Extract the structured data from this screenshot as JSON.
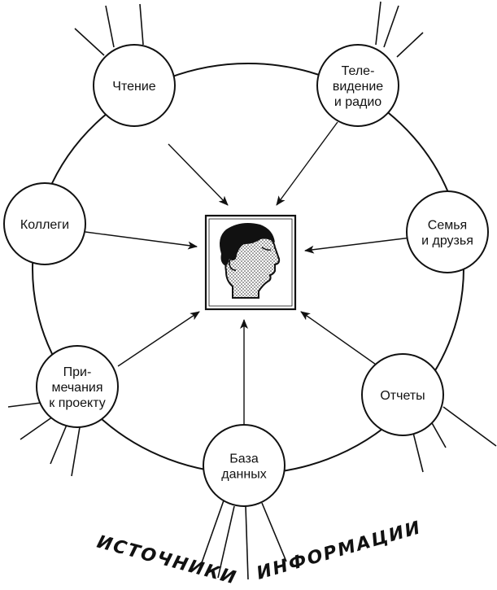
{
  "diagram": {
    "caption_left": "ИСТОЧНИКИ",
    "caption_right": "ИНФОРМАЦИИ",
    "nodes": [
      {
        "id": "reading",
        "lines": [
          "Чтение"
        ]
      },
      {
        "id": "tv",
        "lines": [
          "Теле-",
          "видение",
          "и радио"
        ]
      },
      {
        "id": "colleagues",
        "lines": [
          "Коллеги"
        ]
      },
      {
        "id": "family",
        "lines": [
          "Семья",
          "и друзья"
        ]
      },
      {
        "id": "notes",
        "lines": [
          "При-",
          "мечания",
          "к проекту"
        ]
      },
      {
        "id": "reports",
        "lines": [
          "Отчеты"
        ]
      },
      {
        "id": "database",
        "lines": [
          "База",
          "данных"
        ]
      }
    ],
    "center": {
      "icon": "person-head-icon"
    }
  }
}
